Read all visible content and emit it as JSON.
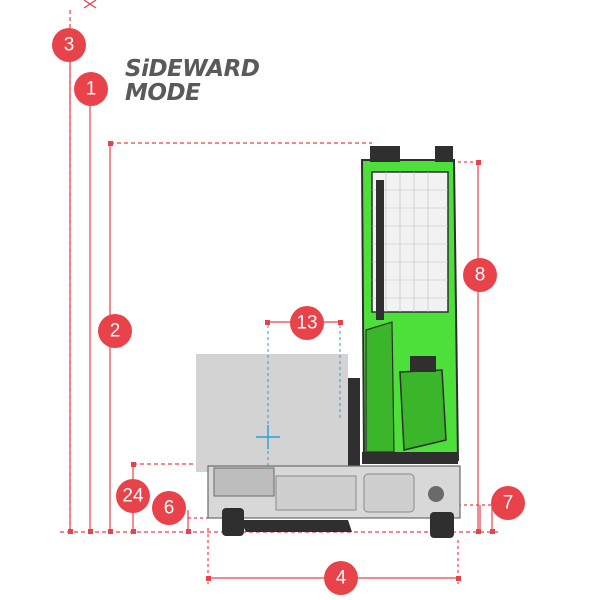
{
  "title": {
    "line1": "SiDEWARD",
    "line2": "MODE"
  },
  "colors": {
    "dimension": "#e8424a",
    "body": "#4ee03a",
    "body_dark": "#2f2f2f",
    "chassis": "#d8d8d8",
    "load": "#d3d3d3",
    "load_center": "#2b9fd8"
  },
  "dimensions": {
    "d1": "1",
    "d2": "2",
    "d3": "3",
    "d4": "4",
    "d6": "6",
    "d7": "7",
    "d8": "8",
    "d13": "13",
    "d24": "24"
  },
  "icons": [
    "load-center-cross-icon",
    "forklift-illustration"
  ]
}
